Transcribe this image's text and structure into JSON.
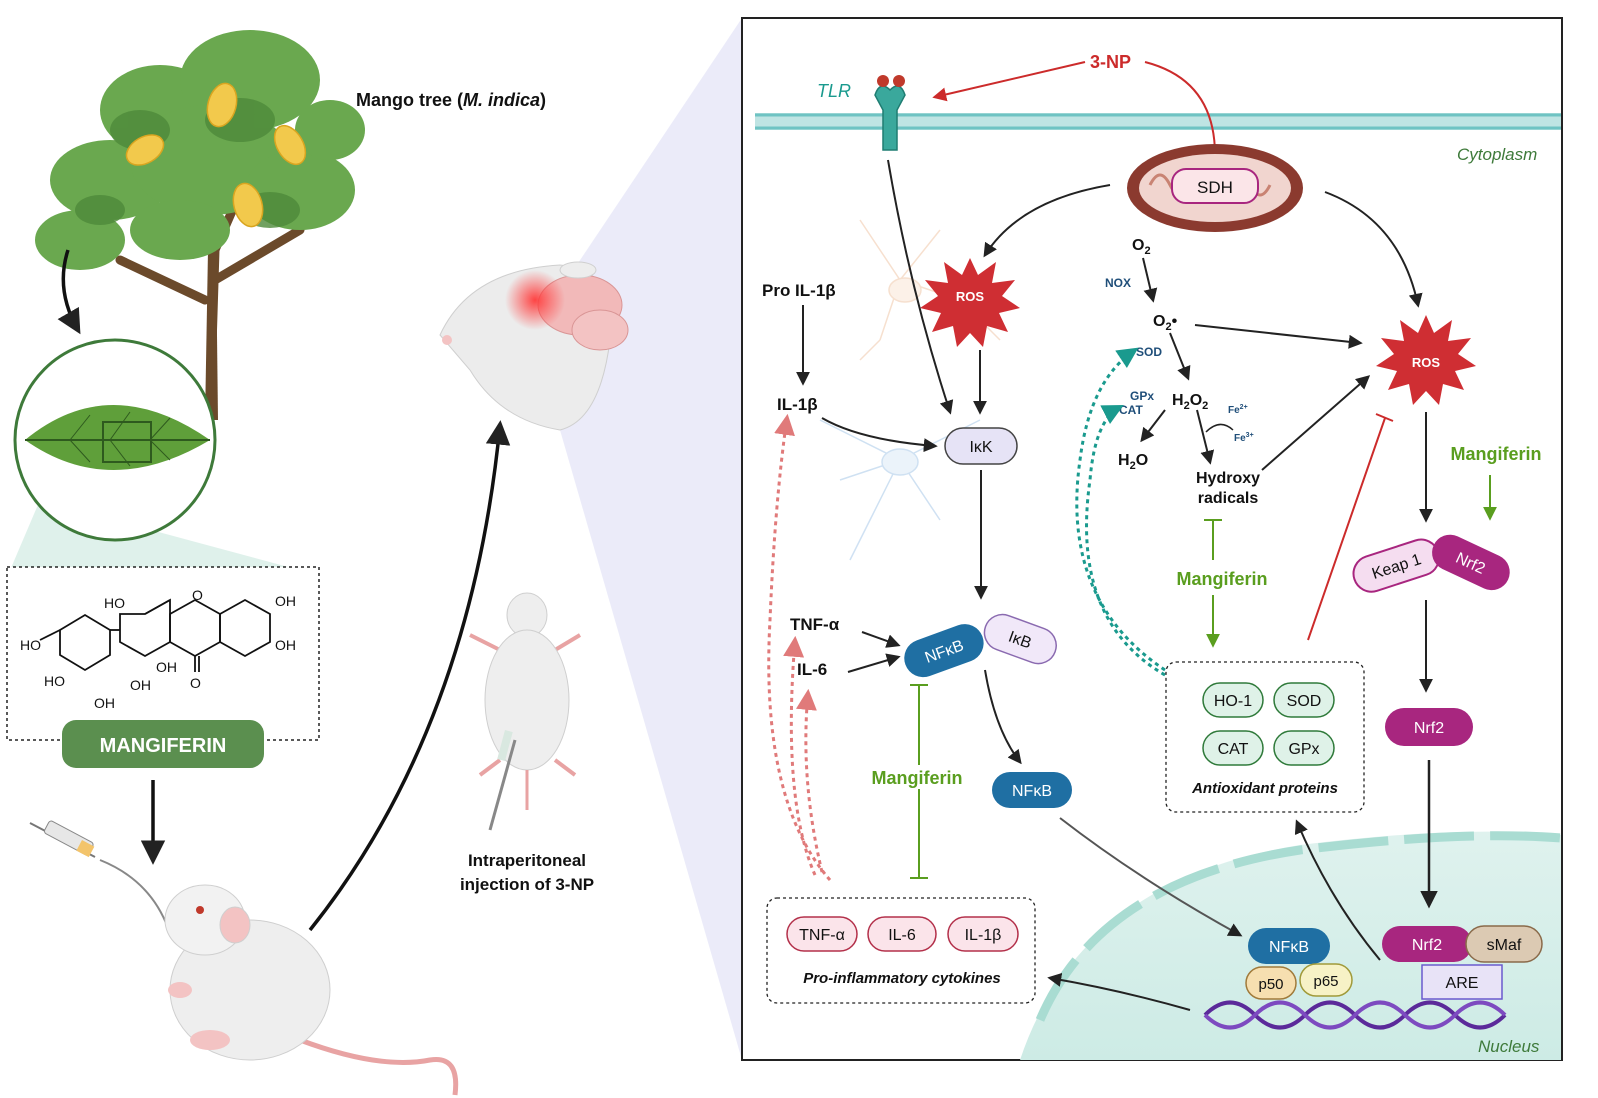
{
  "left": {
    "tree_label_prefix": "Mango tree (",
    "tree_label_italic": "M. indica",
    "tree_label_suffix": ")",
    "compound_name": "MANGIFERIN",
    "oh": "OH",
    "ho": "HO",
    "o": "O"
  },
  "middle": {
    "injection_line1": "Intraperitoneal",
    "injection_line2": "injection of 3-NP"
  },
  "panel": {
    "toxin": "3-NP",
    "receptor": "TLR",
    "cytoplasm": "Cytoplasm",
    "nucleus": "Nucleus",
    "sdh": "SDH",
    "ros": "ROS",
    "o2": "O",
    "o2_sub": "2",
    "nox": "NOX",
    "superoxide": "O",
    "superoxide_sub": "2",
    "superoxide_dot": "•",
    "sod": "SOD",
    "gpx": "GPx",
    "cat": "CAT",
    "h2o2_h": "H",
    "h2o2_sub1": "2",
    "h2o2_o": "O",
    "h2o2_sub2": "2",
    "fe2": "Fe",
    "fe2_sup": "2+",
    "fe3": "Fe",
    "fe3_sup": "3+",
    "h2o_h": "H",
    "h2o_sub": "2",
    "h2o_o": "O",
    "hydroxy1": "Hydroxy",
    "hydroxy2": "radicals",
    "pro_il1b": "Pro IL-1β",
    "il1b": "IL-1β",
    "ikk": "IκK",
    "tnfa": "TNF-α",
    "il6": "IL-6",
    "nfkb": "NFκB",
    "ikb": "IκB",
    "mangiferin": "Mangiferin",
    "keap1": "Keap 1",
    "nrf2": "Nrf2",
    "smaf": "sMaf",
    "are": "ARE",
    "p50": "p50",
    "p65": "p65",
    "antioxidant_items": [
      "HO-1",
      "SOD",
      "CAT",
      "GPx"
    ],
    "antioxidant_label": "Antioxidant proteins",
    "cytokine_items": [
      "TNF-α",
      "IL-6",
      "IL-1β"
    ],
    "cytokine_label": "Pro-inflammatory cytokines"
  },
  "colors": {
    "mangiferin_green": "#5a9e1f",
    "toxin_red": "#cc2b2b",
    "membrane_teal": "#6fc3c3",
    "nfkb_blue": "#1f6fa3",
    "nrf2_purple": "#a8267f",
    "ros_red": "#cf2e33",
    "compound_box": "#5b8f4f",
    "label_dark_blue": "#1f4e79"
  }
}
